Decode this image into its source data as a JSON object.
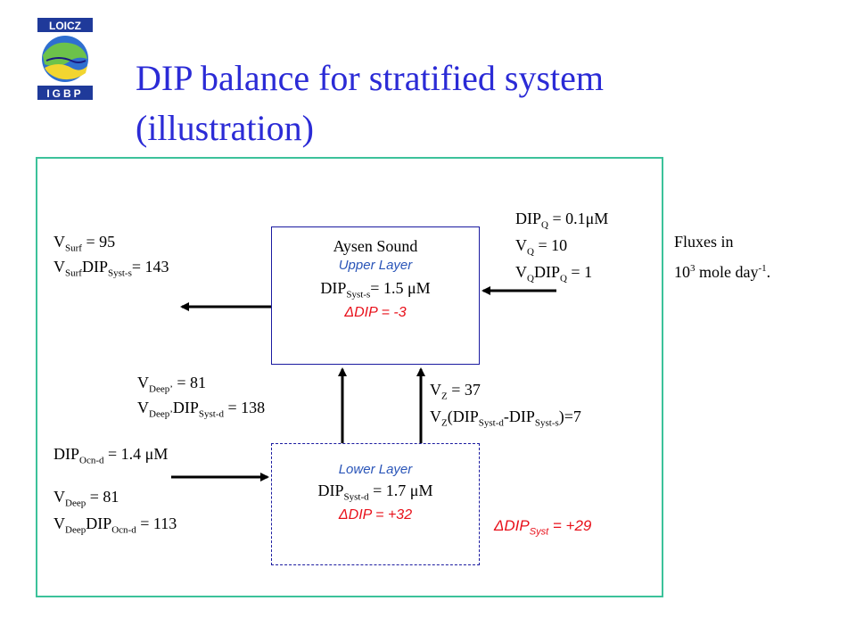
{
  "header": {
    "title_line1": "DIP balance for stratified system",
    "title_line2": "(illustration)"
  },
  "logo": {
    "top": "LOICZ",
    "bottom": "IGBP"
  },
  "upper_box": {
    "name": "Aysen Sound",
    "layer": "Upper Layer",
    "dip_label": "DIP",
    "dip_sub": "Syst-s",
    "dip_value": "= 1.5 μM",
    "delta": "ΔDIP = -3"
  },
  "lower_box": {
    "layer": "Lower Layer",
    "dip_label": "DIP",
    "dip_sub": "Syst-d",
    "dip_value": " = 1.7 μM",
    "delta": "ΔDIP = +32"
  },
  "surface": {
    "v": "V",
    "v_sub": "Surf",
    "v_val": " = 95",
    "flux_v": "V",
    "flux_sub1": "Surf",
    "flux_dip": "DIP",
    "flux_sub2": "Syst-s",
    "flux_val": "= 143"
  },
  "river": {
    "dip": "DIP",
    "dip_sub": "Q",
    "dip_val": " = 0.1μM",
    "v": "V",
    "v_sub": "Q",
    "v_val": " = 10",
    "flux_v": "V",
    "flux_sub1": "Q",
    "flux_dip": "DIP",
    "flux_sub2": "Q",
    "flux_val": " = 1"
  },
  "fluxes_note": {
    "line1": "Fluxes in",
    "base": "10",
    "exp": "3",
    "mid": " mole day",
    "exp2": "-1",
    "end": "."
  },
  "deep_prime": {
    "v": "V",
    "v_sub": "Deep’",
    "v_val": " = 81",
    "flux_v": "V",
    "flux_sub1": "Deep’",
    "flux_dip": "DIP",
    "flux_sub2": "Syst-d",
    "flux_val": " = 138"
  },
  "mixing": {
    "v": "V",
    "v_sub": "Z",
    "v_val": " = 37",
    "flux_v": "V",
    "flux_sub": "Z",
    "flux_open": "(DIP",
    "flux_sub2": "Syst-d",
    "flux_mid": "-DIP",
    "flux_sub3": "Syst-s",
    "flux_close": ")=7"
  },
  "ocean": {
    "dip": "DIP",
    "dip_sub": "Ocn-d",
    "dip_val": " = 1.4 μM",
    "v": "V",
    "v_sub": "Deep",
    "v_val": " = 81",
    "flux_v": "V",
    "flux_sub1": "Deep",
    "flux_dip": "DIP",
    "flux_sub2": "Ocn-d",
    "flux_val": " = 113"
  },
  "system_delta": {
    "label": "ΔDIP",
    "sub": "Syst",
    "val": " = +29"
  },
  "colors": {
    "title": "#2b2bd6",
    "frame": "#3cc29a",
    "red": "#e8101a",
    "blue_italic": "#2a55b8"
  }
}
